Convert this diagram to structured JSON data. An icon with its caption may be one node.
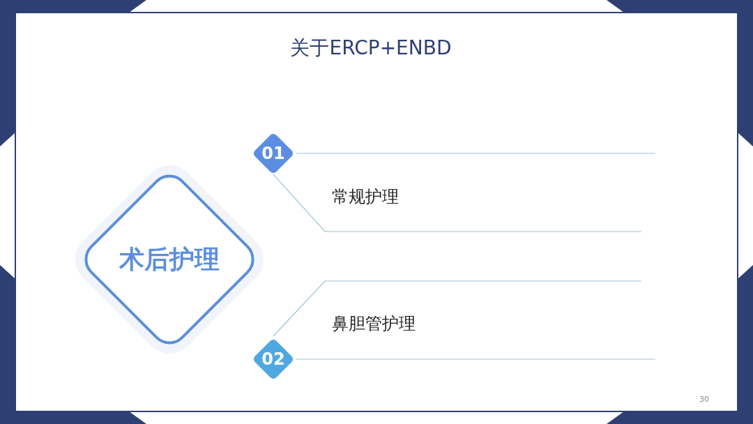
{
  "diagram": {
    "title": "关于ERCP+ENBD",
    "nodes": [
      {
        "text": [
          "术后护理"
        ]
      },
      {
        "text": [
          "01"
        ]
      },
      {
        "text": [
          "02"
        ]
      }
    ],
    "labels": [
      "常规护理",
      "鼻胆管护理",
      "30"
    ]
  }
}
